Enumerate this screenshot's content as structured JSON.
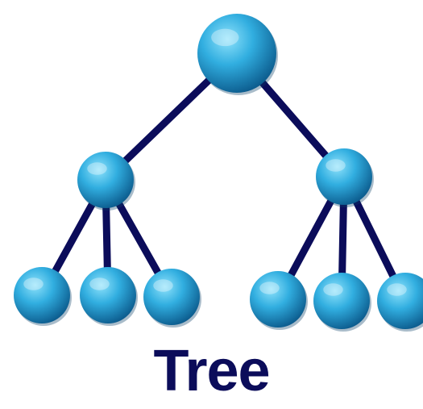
{
  "diagram": {
    "caption": "Tree",
    "colors": {
      "edge": "#0b0c5a",
      "node_light": "#8fe2fb",
      "node_mid": "#31aee0",
      "node_dark": "#0b5a8c",
      "caption": "#0b0c5a",
      "background": "#ffffff"
    },
    "nodes": [
      {
        "id": "root",
        "level": 0
      },
      {
        "id": "left-child",
        "level": 1,
        "parent": "root"
      },
      {
        "id": "right-child",
        "level": 1,
        "parent": "root"
      },
      {
        "id": "left-leaf-1",
        "level": 2,
        "parent": "left-child"
      },
      {
        "id": "left-leaf-2",
        "level": 2,
        "parent": "left-child"
      },
      {
        "id": "left-leaf-3",
        "level": 2,
        "parent": "left-child"
      },
      {
        "id": "right-leaf-1",
        "level": 2,
        "parent": "right-child"
      },
      {
        "id": "right-leaf-2",
        "level": 2,
        "parent": "right-child"
      },
      {
        "id": "right-leaf-3",
        "level": 2,
        "parent": "right-child"
      }
    ]
  }
}
